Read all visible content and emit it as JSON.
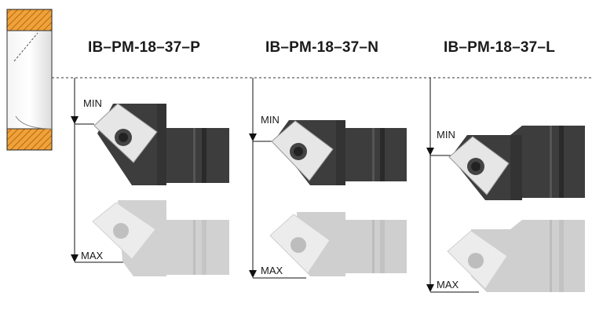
{
  "titles": {
    "p": "IB–PM-18–37–P",
    "n": "IB–PM-18–37–N",
    "l": "IB–PM-18–37–L"
  },
  "labels": {
    "min": "MIN",
    "max": "MAX"
  },
  "colors": {
    "holder_dark": "#3d3d3d",
    "holder_light": "#cfcfcf",
    "insert_dark": "#e6e6e6",
    "insert_light": "#ececec",
    "hatch_orange": "#f0a23a"
  },
  "icons": {
    "screw": "torx-screw-icon"
  }
}
